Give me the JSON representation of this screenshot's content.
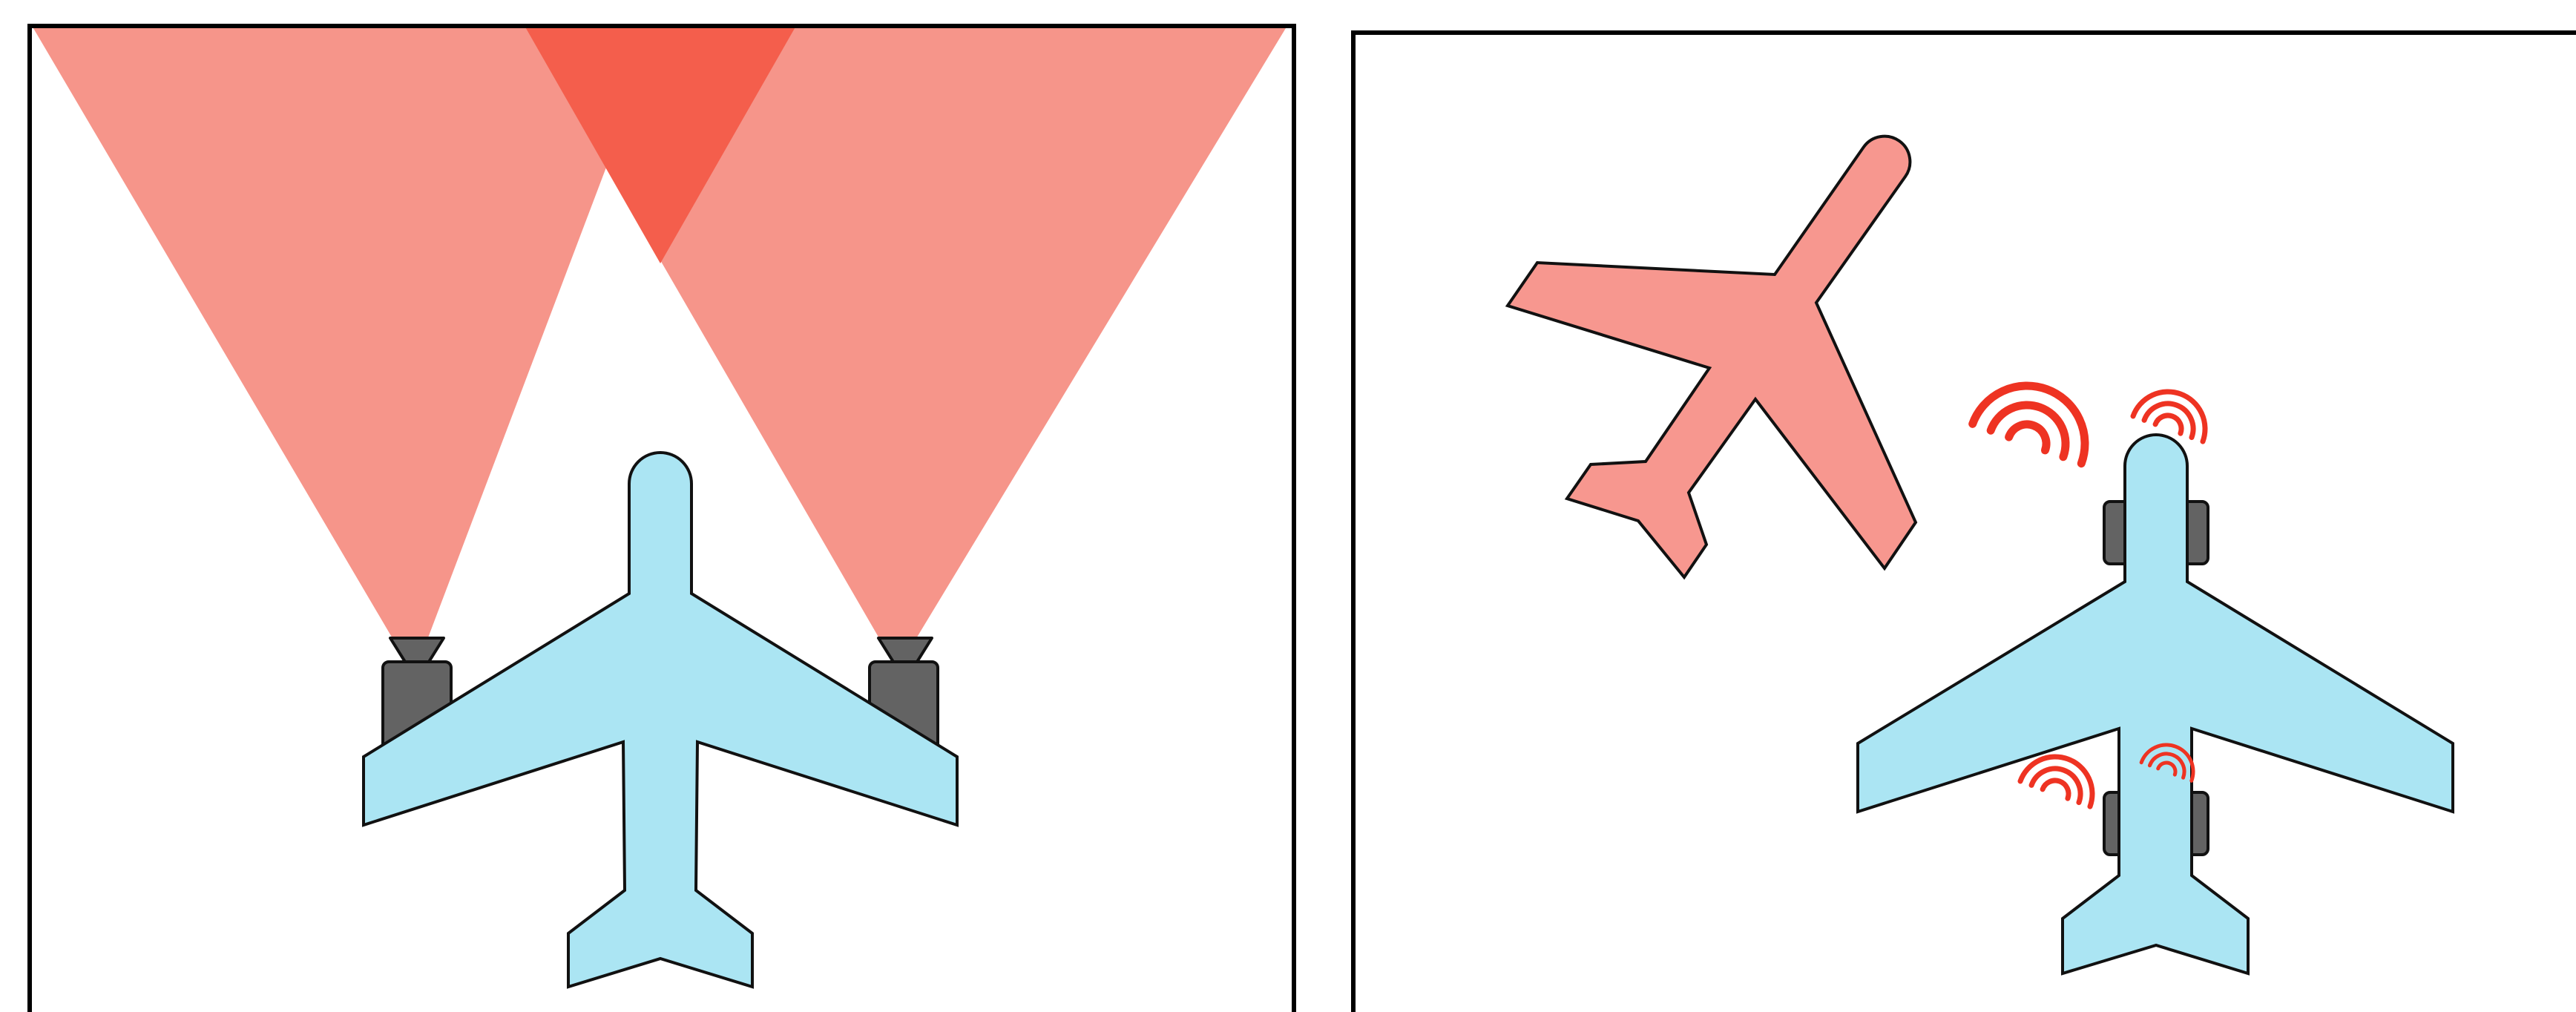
{
  "colors": {
    "background": "#ffffff",
    "frame": "#000000",
    "aircraft_own": "#abe5f3",
    "aircraft_other": "#f7978f",
    "camera_beam": "#f6958a",
    "beam_overlap": "#f45e4c",
    "sensor_body": "#636363",
    "signal_waves": "#ee3322",
    "outline": "#111111"
  },
  "panels": [
    {
      "id": "left",
      "subject": "own-aircraft",
      "sensors": [
        "camera",
        "camera"
      ],
      "beams": [
        "camera-beam",
        "camera-beam"
      ],
      "beam_overlap": true
    },
    {
      "id": "right",
      "subject": "own-aircraft",
      "other_aircraft": true,
      "sensors": [
        "radar",
        "radar",
        "radar",
        "radar"
      ],
      "signal_emitters": 4
    }
  ]
}
